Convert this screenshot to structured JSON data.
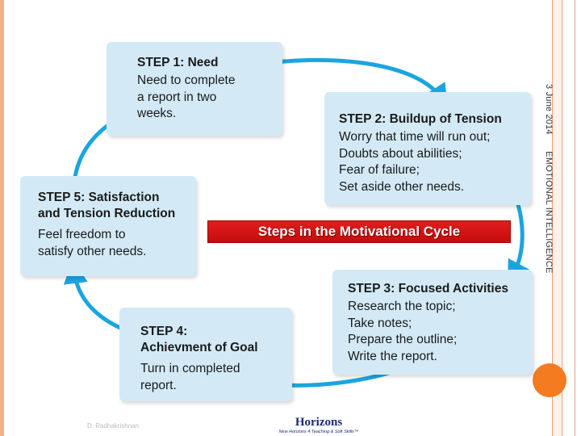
{
  "side_label": {
    "date": "3 June 2014",
    "topic": "EMOTIONAL INTELLIGENCE"
  },
  "banner": "Steps in the Motivational Cycle",
  "steps": [
    {
      "title": "STEP 1:  Need",
      "body": "Need to complete\na report in two\nweeks."
    },
    {
      "title": "STEP 2:  Buildup of Tension",
      "body": "Worry that time will run out;\nDoubts about abilities;\nFear of failure;\nSet aside other needs."
    },
    {
      "title": "STEP 3:  Focused Activities",
      "body": "Research the topic;\nTake notes;\nPrepare the outline;\nWrite the report."
    },
    {
      "title": "STEP 4:\nAchievment of Goal",
      "body": "Turn in completed\nreport."
    },
    {
      "title": "STEP 5:  Satisfaction\nand Tension Reduction",
      "body": "Feel freedom to\nsatisfy other needs."
    }
  ],
  "footer": {
    "author": "D. Radhakrishnan",
    "logo_name": "Horizons",
    "logo_tagline": "New Horizons 4 Teaching & Soft Skills™"
  },
  "colors": {
    "box": "#d3eaf6",
    "arrow": "#1ba5df",
    "banner": "#d71414",
    "accent": "#f47b20"
  }
}
